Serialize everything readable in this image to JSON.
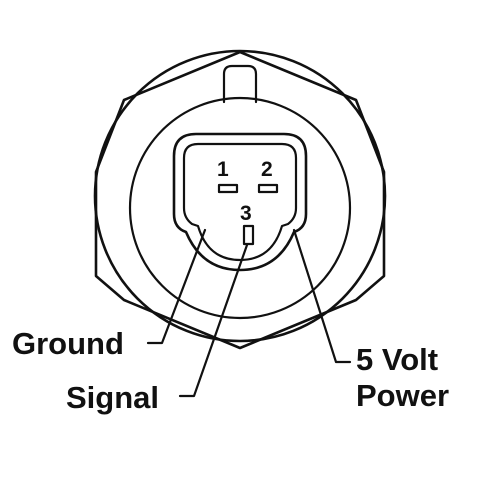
{
  "diagram": {
    "pins": [
      {
        "number": "1"
      },
      {
        "number": "2"
      },
      {
        "number": "3"
      }
    ],
    "callouts": {
      "ground": "Ground",
      "signal": "Signal",
      "power_line1": "5 Volt",
      "power_line2": "Power"
    },
    "colors": {
      "stroke": "#111111",
      "background": "#ffffff"
    }
  }
}
